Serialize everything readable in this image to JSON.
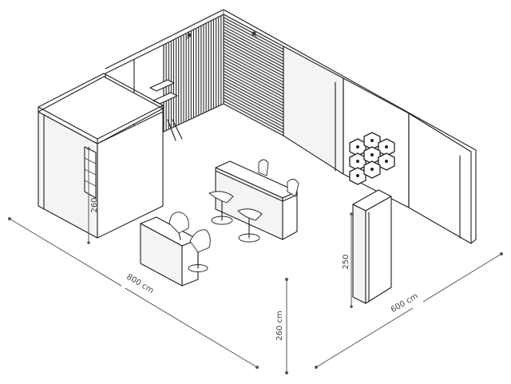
{
  "dimensions": {
    "width_label": "800 cm",
    "depth_label": "600 cm",
    "wall_height_label": "260 cm",
    "storage_height_label": "260",
    "tower_height_label": "250"
  }
}
